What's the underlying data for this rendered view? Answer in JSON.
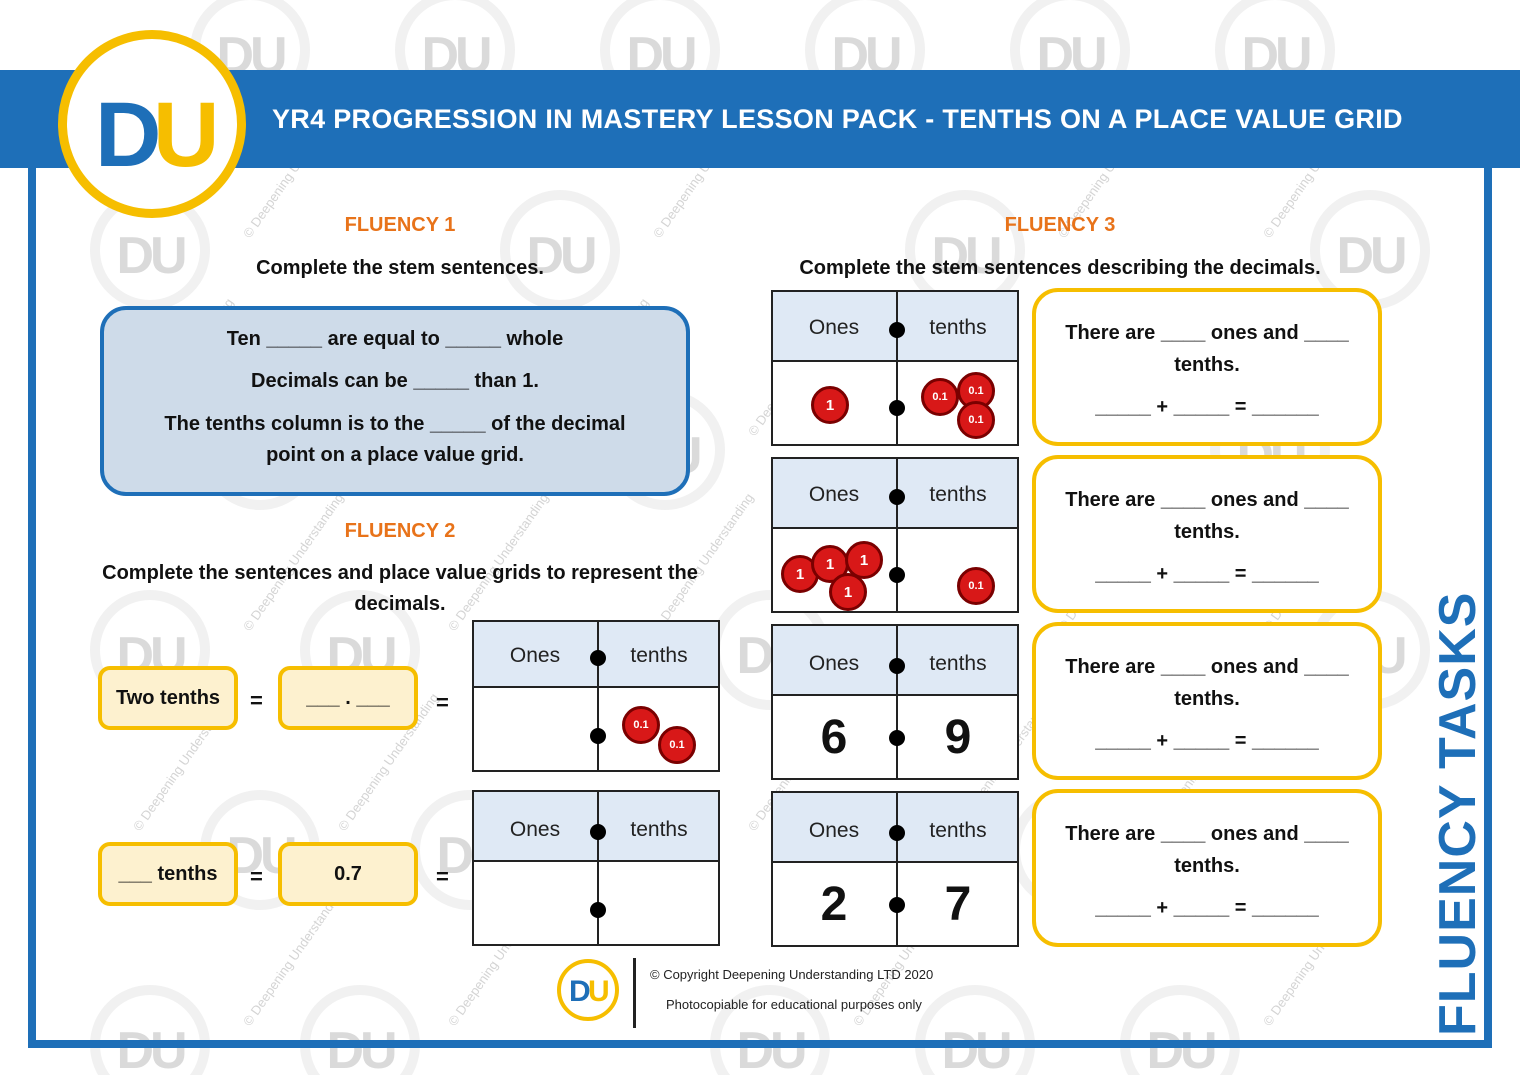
{
  "header": {
    "title": "YR4 PROGRESSION IN MASTERY LESSON PACK - TENTHS ON A PLACE VALUE GRID"
  },
  "logo": {
    "d": "D",
    "u": "U"
  },
  "watermark": {
    "text": "© Deepening Understanding",
    "logo": "DU"
  },
  "fluency1": {
    "heading": "FLUENCY 1",
    "instruction": "Complete the stem sentences.",
    "lines": [
      "Ten _____ are equal to _____ whole",
      "Decimals can be _____ than 1.",
      "The tenths column is to the _____ of the decimal",
      "point on a place value grid."
    ]
  },
  "fluency2": {
    "heading": "FLUENCY 2",
    "instruction_line1": "Complete the sentences and place value grids to represent the",
    "instruction_line2": "decimals.",
    "rows": [
      {
        "words": "Two tenths",
        "decimal": "___ . ___",
        "eq1": "=",
        "eq2": "="
      },
      {
        "words": "___ tenths",
        "decimal": "0.7",
        "eq1": "=",
        "eq2": "="
      }
    ]
  },
  "grid_labels": {
    "ones": "Ones",
    "tenths": "tenths"
  },
  "counters": {
    "one": "1",
    "tenth": "0.1"
  },
  "fluency3": {
    "heading": "FLUENCY 3",
    "instruction": "Complete the stem sentences describing the decimals.",
    "grids": [
      {
        "ones_counters": 1,
        "tenths_counters": 3
      },
      {
        "ones_counters": 4,
        "tenths_counters": 1
      },
      {
        "ones_digit": "6",
        "tenths_digit": "9"
      },
      {
        "ones_digit": "2",
        "tenths_digit": "7"
      }
    ],
    "sentence_line1": "There are ____ ones and ____",
    "sentence_line2": "tenths.",
    "sentence_line3": "_____ + _____ = ______"
  },
  "side_title": "FLUENCY TASKS",
  "footer": {
    "copyright": "© Copyright Deepening Understanding LTD 2020",
    "note": "Photocopiable for educational purposes only"
  },
  "colors": {
    "brand_blue": "#1e6fb8",
    "brand_yellow": "#f6be00",
    "heading_orange": "#e8731a",
    "counter_red": "#d81818"
  }
}
